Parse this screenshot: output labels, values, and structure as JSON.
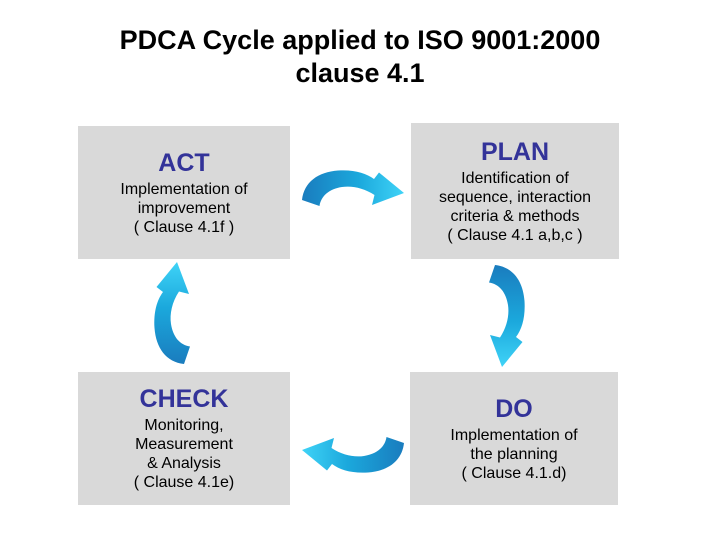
{
  "slide": {
    "title": "PDCA Cycle applied to ISO 9001:2000\nclause 4.1"
  },
  "cycle": {
    "act": {
      "heading": "ACT",
      "body": "Implementation of\nimprovement\n( Clause 4.1f )"
    },
    "plan": {
      "heading": "PLAN",
      "body": "Identification of\nsequence, interaction\ncriteria & methods\n( Clause 4.1 a,b,c )"
    },
    "check": {
      "heading": "CHECK",
      "body": "Monitoring,\nMeasurement\n& Analysis\n( Clause 4.1e)"
    },
    "do": {
      "heading": "DO",
      "body": "Implementation of\nthe planning\n( Clause 4.1.d)"
    }
  },
  "arrows": [
    {
      "name": "arrow-act-to-plan",
      "position": "top",
      "from": "ACT",
      "to": "PLAN"
    },
    {
      "name": "arrow-plan-to-do",
      "position": "right",
      "from": "PLAN",
      "to": "DO"
    },
    {
      "name": "arrow-do-to-check",
      "position": "bottom",
      "from": "DO",
      "to": "CHECK"
    },
    {
      "name": "arrow-check-to-act",
      "position": "left",
      "from": "CHECK",
      "to": "ACT"
    }
  ],
  "colors": {
    "slide_background": "#ffffff",
    "title_text": "#000000",
    "box_background": "#d9d9d9",
    "heading_text": "#333399",
    "body_text": "#000000",
    "arrow_gradient_start": "#1a7cbe",
    "arrow_gradient_mid": "#1ba8dc",
    "arrow_gradient_end": "#3fd3f7"
  }
}
